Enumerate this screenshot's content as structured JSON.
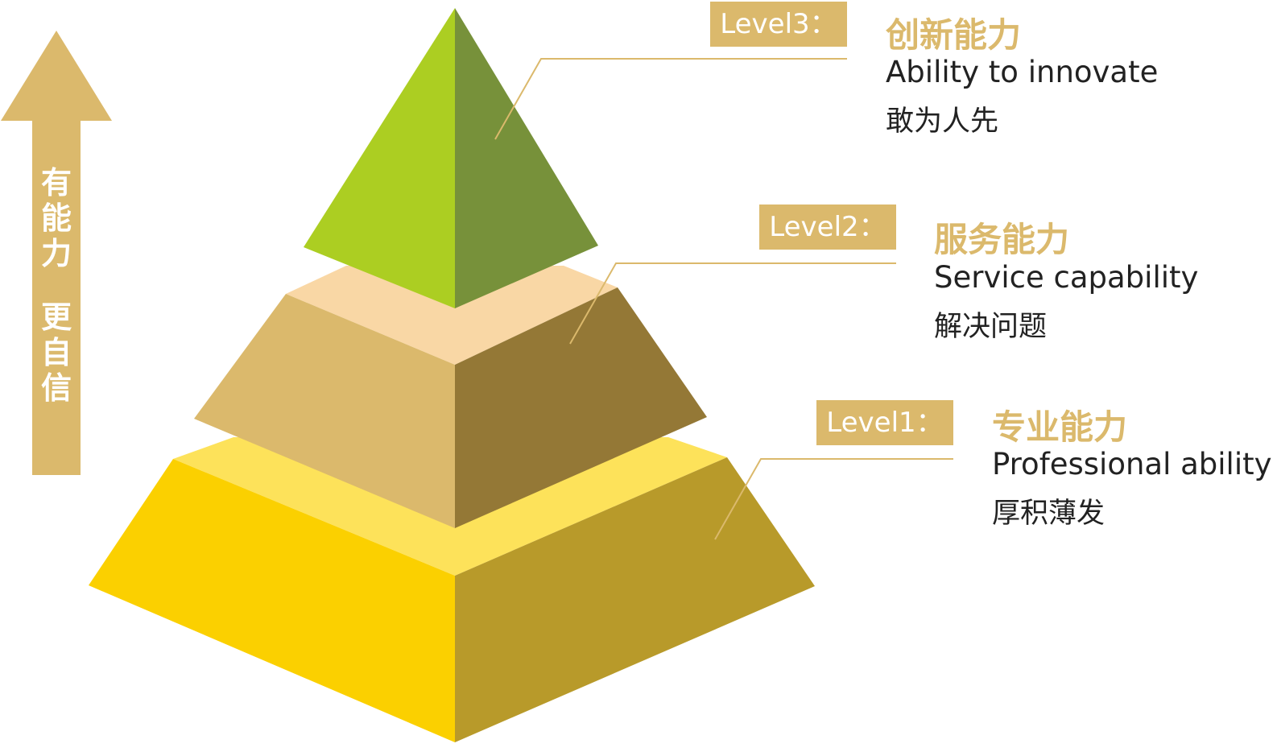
{
  "arrow": {
    "line1": "有能力",
    "line2": "更自信"
  },
  "levels": [
    {
      "label": "Level3：",
      "title_zh": "创新能力",
      "title_en": "Ability to innovate",
      "motto": "敢为人先"
    },
    {
      "label": "Level2：",
      "title_zh": "服务能力",
      "title_en": "Service capability",
      "motto": "解决问题"
    },
    {
      "label": "Level1：",
      "title_zh": "专业能力",
      "title_en": "Professional ability",
      "motto": "厚积薄发"
    }
  ],
  "colors": {
    "gold": "#dbb96c",
    "top_left": "#acce22",
    "top_right": "#77913a",
    "mid_top": "#f9d7a5",
    "mid_left": "#dbb96c",
    "mid_right": "#947836",
    "bot_top": "#fde25a",
    "bot_left": "#fbd000",
    "bot_right": "#b89a2a"
  }
}
